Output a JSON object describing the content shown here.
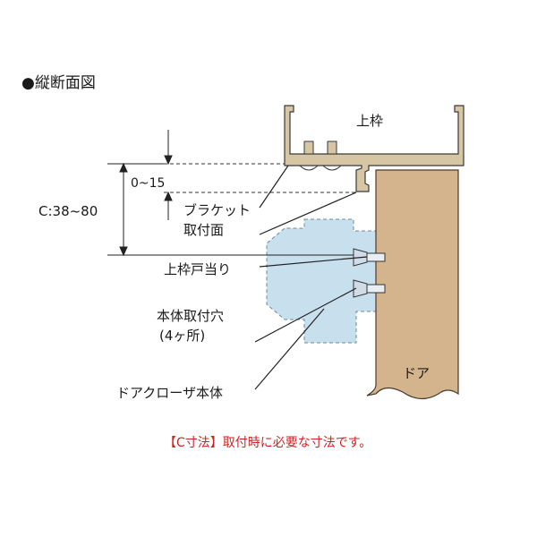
{
  "title": "●縦断面図",
  "labels": {
    "upper_frame": "上枠",
    "range_0_15": "0~15",
    "c_range": "C:38~80",
    "bracket_line1": "ブラケット",
    "bracket_line2": "取付面",
    "stop": "上枠戸当り",
    "hole_line1": "本体取付穴",
    "hole_line2": "(4ヶ所)",
    "closer_body": "ドアクローザ本体",
    "door": "ドア"
  },
  "note": "【C寸法】取付時に必要な寸法です。",
  "colors": {
    "frame": "#d6c6a4",
    "door": "#d4b48c",
    "closer": "#c8e0ee",
    "note": "#d42020"
  }
}
